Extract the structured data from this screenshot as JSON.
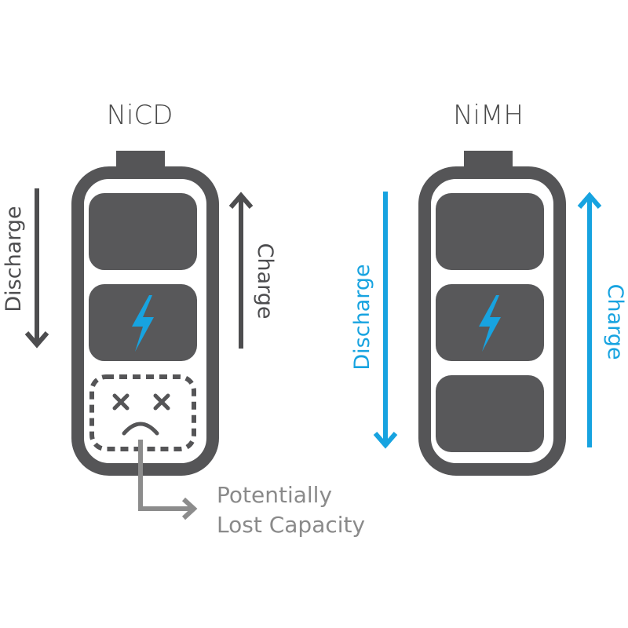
{
  "colors": {
    "battery": "#555557",
    "cell": "#58585a",
    "nicd_arrow": "#4d4d4f",
    "nimh_accent": "#17a3e0",
    "lost_capacity": "#8c8c8c"
  },
  "nicd": {
    "title": "NiCD",
    "discharge_label": "Discharge",
    "charge_label": "Charge",
    "lost_capacity_line1": "Potentially",
    "lost_capacity_line2": "Lost Capacity",
    "icons": [
      "lightning-bolt-icon",
      "sad-face-icon"
    ]
  },
  "nimh": {
    "title": "NiMH",
    "discharge_label": "Discharge",
    "charge_label": "Charge",
    "icons": [
      "lightning-bolt-icon"
    ]
  }
}
